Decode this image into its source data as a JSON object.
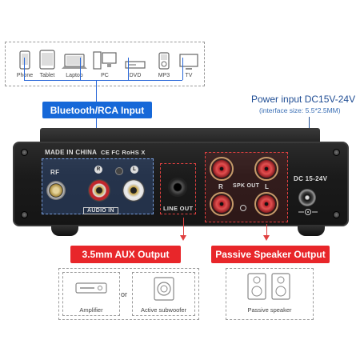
{
  "devices": [
    {
      "label": "Phone",
      "icon": "phone-icon"
    },
    {
      "label": "Tablet",
      "icon": "tablet-icon"
    },
    {
      "label": "Laptop",
      "icon": "laptop-icon"
    },
    {
      "label": "PC",
      "icon": "pc-icon"
    },
    {
      "label": "DVD",
      "icon": "dvd-icon"
    },
    {
      "label": "MP3",
      "icon": "mp3-icon"
    },
    {
      "label": "TV",
      "icon": "tv-icon"
    }
  ],
  "input_label": "Bluetooth/RCA Input",
  "power": {
    "title": "Power input DC15V-24V",
    "subtitle": "(interface size: 5.5*2.5MM)"
  },
  "panel": {
    "made_in": "MADE IN CHINA",
    "cert": "CE FC RoHS X",
    "rf": "RF",
    "r_mark": "R",
    "l_mark": "L",
    "audio_in": "AUDIO IN",
    "line_out": "LINE OUT",
    "spk_r": "R",
    "spk_out": "SPK OUT",
    "spk_l": "L",
    "dc": "DC 15-24V"
  },
  "outputs": {
    "aux_label": "3.5mm AUX Output",
    "speaker_label": "Passive Speaker Output",
    "or": "or",
    "amplifier": "Amplifier",
    "subwoofer": "Active subwoofer",
    "passive_speaker": "Passive speaker"
  },
  "colors": {
    "input_blue": "#1668d8",
    "output_red": "#e8262a",
    "power_text": "#1f4d94"
  }
}
